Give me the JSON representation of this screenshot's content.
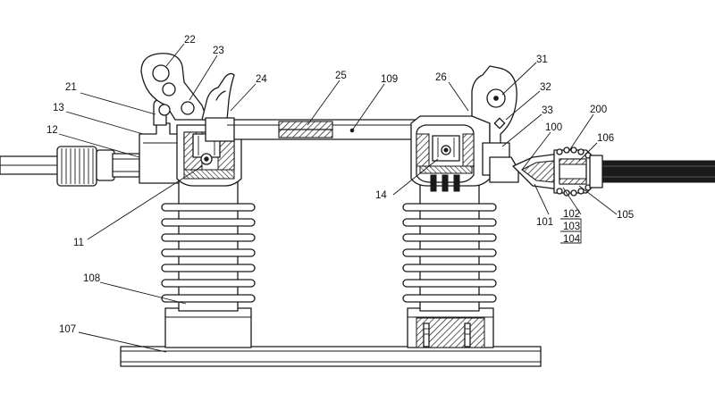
{
  "labels": [
    {
      "id": "22",
      "text": "22"
    },
    {
      "id": "23",
      "text": "23"
    },
    {
      "id": "24",
      "text": "24"
    },
    {
      "id": "21",
      "text": "21"
    },
    {
      "id": "13",
      "text": "13"
    },
    {
      "id": "12",
      "text": "12"
    },
    {
      "id": "25",
      "text": "25"
    },
    {
      "id": "109",
      "text": "109"
    },
    {
      "id": "26",
      "text": "26"
    },
    {
      "id": "31",
      "text": "31"
    },
    {
      "id": "32",
      "text": "32"
    },
    {
      "id": "33",
      "text": "33"
    },
    {
      "id": "200",
      "text": "200"
    },
    {
      "id": "100",
      "text": "100"
    },
    {
      "id": "106",
      "text": "106"
    },
    {
      "id": "14",
      "text": "14"
    },
    {
      "id": "11",
      "text": "11"
    },
    {
      "id": "101",
      "text": "101"
    },
    {
      "id": "102",
      "text": "102"
    },
    {
      "id": "103",
      "text": "103"
    },
    {
      "id": "104",
      "text": "104"
    },
    {
      "id": "105",
      "text": "105"
    },
    {
      "id": "108",
      "text": "108"
    },
    {
      "id": "107",
      "text": "107"
    }
  ]
}
